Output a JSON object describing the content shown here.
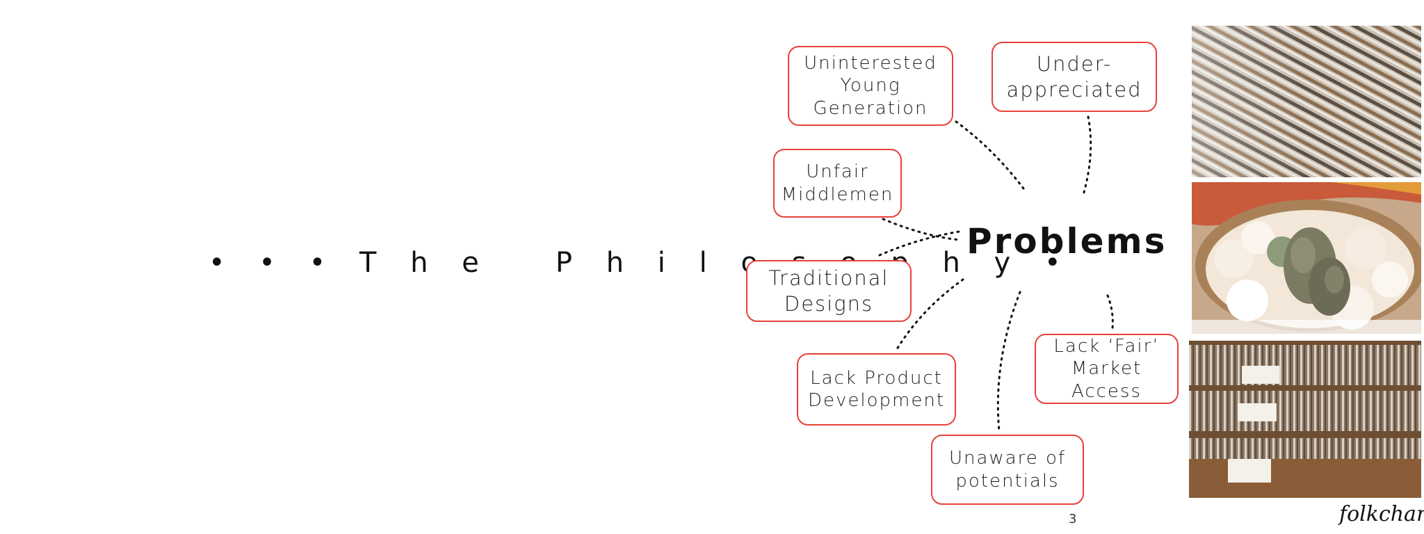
{
  "slide": {
    "section_title": "• • • T h e   P h i l o s o p h y •",
    "central_topic": "Problems",
    "page_number": "3",
    "brand": "folkcharm"
  },
  "problems": [
    "Uninterested\nYoung\nGeneration",
    "Under-\nappreciated",
    "Unfair\nMiddlemen",
    "Traditional\nDesigns",
    "Lack Product\nDevelopment",
    "Unaware of\npotentials",
    "Lack ‘Fair’\nMarket Access"
  ],
  "colors": {
    "box_border": "#e8403a",
    "text": "#111111",
    "connector": "#111111"
  }
}
